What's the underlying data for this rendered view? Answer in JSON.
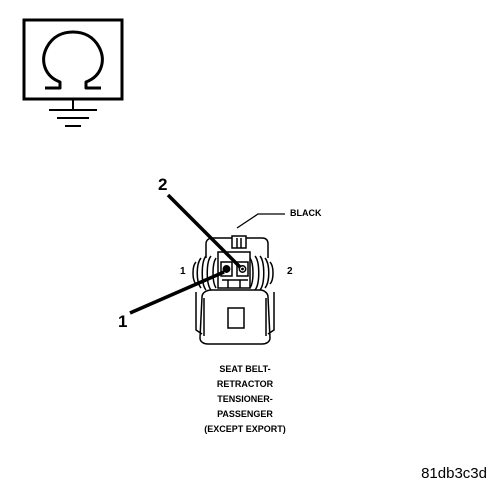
{
  "symbol": {
    "name": "ohmmeter-resistance-symbol",
    "glyph": "Ω"
  },
  "callouts": {
    "callout_1": "1",
    "callout_2": "2"
  },
  "connector": {
    "pin_1": "1",
    "pin_2": "2",
    "wire_color": "BLACK"
  },
  "caption": {
    "lines": [
      "SEAT BELT-",
      "RETRACTOR",
      "TENSIONER-",
      "PASSENGER",
      "(EXCEPT EXPORT)"
    ]
  },
  "figure_id": "81db3c3d"
}
